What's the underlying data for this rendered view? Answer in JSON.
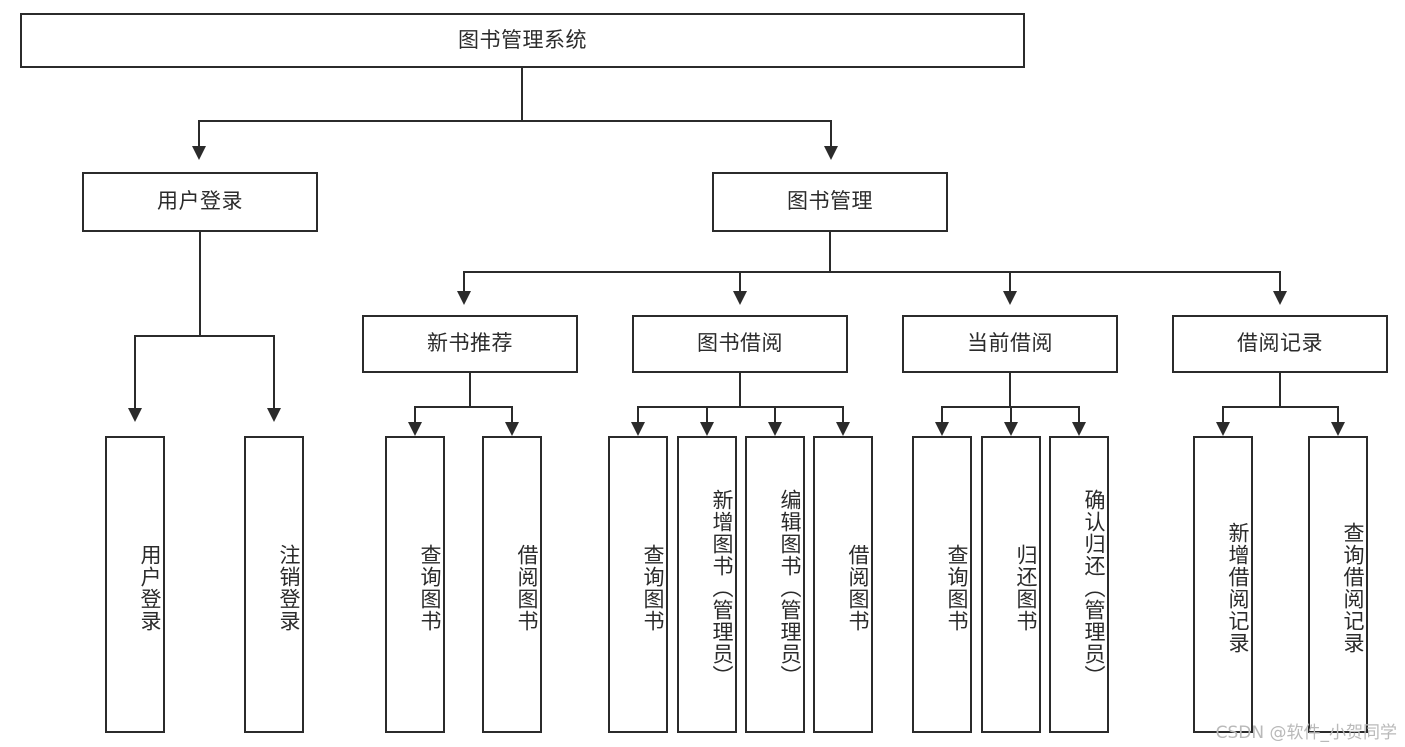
{
  "diagram": {
    "title": "图书管理系统",
    "type": "tree-hierarchy-chart",
    "root": {
      "label": "图书管理系统"
    },
    "level2": [
      {
        "label": "用户登录"
      },
      {
        "label": "图书管理"
      }
    ],
    "level3": [
      {
        "label": "新书推荐"
      },
      {
        "label": "图书借阅"
      },
      {
        "label": "当前借阅"
      },
      {
        "label": "借阅记录"
      }
    ],
    "leaves": {
      "user_login": [
        {
          "label": "用户登录"
        },
        {
          "label": "注销登录"
        }
      ],
      "new_book_recommend": [
        {
          "label": "查询图书"
        },
        {
          "label": "借阅图书"
        }
      ],
      "book_borrow": [
        {
          "label": "查询图书"
        },
        {
          "label": "新增图书（管理员）"
        },
        {
          "label": "编辑图书（管理员）"
        },
        {
          "label": "借阅图书"
        }
      ],
      "current_borrow": [
        {
          "label": "查询图书"
        },
        {
          "label": "归还图书"
        },
        {
          "label": "确认归还（管理员）"
        }
      ],
      "borrow_record": [
        {
          "label": "新增借阅记录"
        },
        {
          "label": "查询借阅记录"
        }
      ]
    }
  },
  "watermark": {
    "text": "CSDN @软件_小贺同学"
  },
  "colors": {
    "stroke": "#2b2b2b",
    "background": "#ffffff",
    "watermark": "#b9b9b9"
  }
}
